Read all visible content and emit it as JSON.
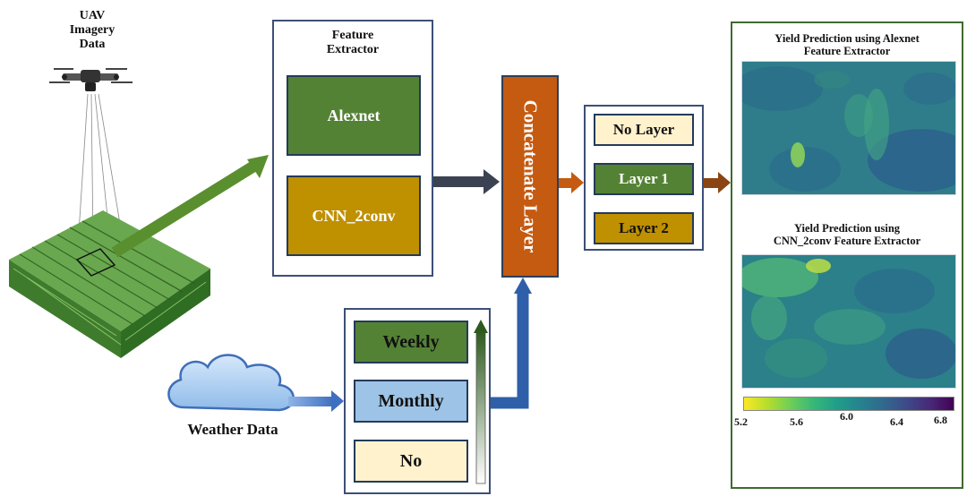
{
  "uav": {
    "label_line1": "UAV",
    "label_line2": "Imagery",
    "label_line3": "Data"
  },
  "weather": {
    "label": "Weather Data"
  },
  "feature_extractor": {
    "title_line1": "Feature",
    "title_line2": "Extractor",
    "options": [
      "Alexnet",
      "CNN_2conv"
    ]
  },
  "concatenate": {
    "label": "Concatenate Layer"
  },
  "layers": {
    "options": [
      "No Layer",
      "Layer 1",
      "Layer 2"
    ]
  },
  "weather_aggregation": {
    "options": [
      "Weekly",
      "Monthly",
      "No"
    ]
  },
  "results": {
    "map1_title_line1": "Yield Prediction using Alexnet",
    "map1_title_line2": "Feature Extractor",
    "map2_title_line1": "Yield Prediction using",
    "map2_title_line2": "CNN_2conv Feature Extractor",
    "colorbar": {
      "min": 5.2,
      "max": 6.8,
      "ticks": [
        "5.2",
        "5.6",
        "6.0",
        "6.4",
        "6.8"
      ],
      "colormap": "viridis_r"
    }
  },
  "colors": {
    "alexnet": "#548235",
    "cnn_2conv": "#bf9000",
    "concatenate": "#c55a11",
    "no_layer": "#fff2cc",
    "layer1": "#548235",
    "layer2": "#bf9000",
    "weekly": "#548235",
    "monthly": "#9dc3e6",
    "no": "#fff2cc",
    "weather_arrow": "#2f5fa8",
    "dark_arrow": "#3b4252",
    "orange_arrow": "#c55a11",
    "brown_arrow": "#8b4513"
  }
}
